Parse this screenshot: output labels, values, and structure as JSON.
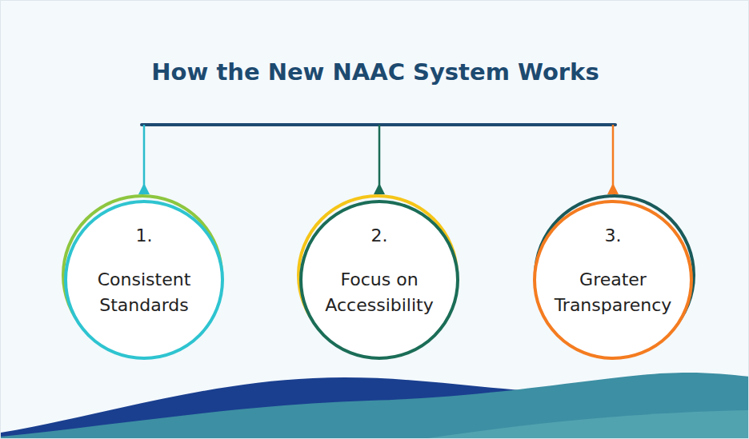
{
  "diagram": {
    "title": "How the New NAAC System Works",
    "nodes": [
      {
        "text": [
          "1.",
          "Consistent Standards"
        ]
      },
      {
        "text": [
          "2.",
          "Focus on Accessibility"
        ]
      },
      {
        "text": [
          "3.",
          "Greater Transparency"
        ]
      }
    ]
  }
}
